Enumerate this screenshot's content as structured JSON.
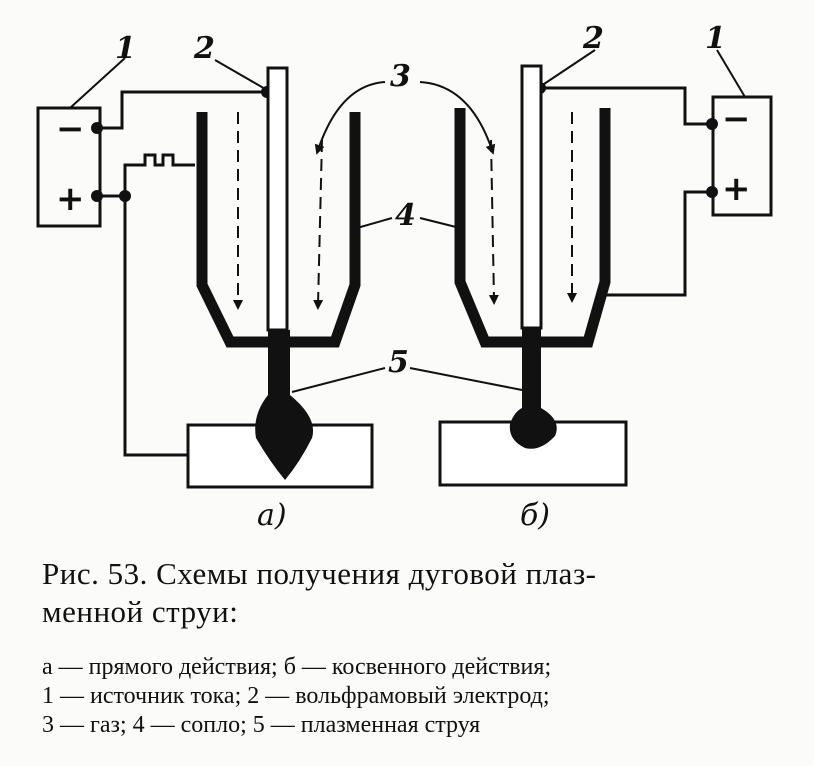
{
  "figure": {
    "labels": {
      "source": "1",
      "electrode": "2",
      "gas": "3",
      "nozzle": "4",
      "jet": "5",
      "minus": "−",
      "plus": "+"
    },
    "sub_a": "a)",
    "sub_b": "б)"
  },
  "caption": {
    "title_line1": "Рис. 53. Схемы получения дуговой плаз-",
    "title_line2": "менной струи:",
    "legend": [
      "а — прямого действия; б — косвенного действия;",
      "1 — источник тока; 2 — вольфрамовый электрод;",
      "3 — газ; 4 — сопло; 5 — плазменная струя"
    ]
  }
}
